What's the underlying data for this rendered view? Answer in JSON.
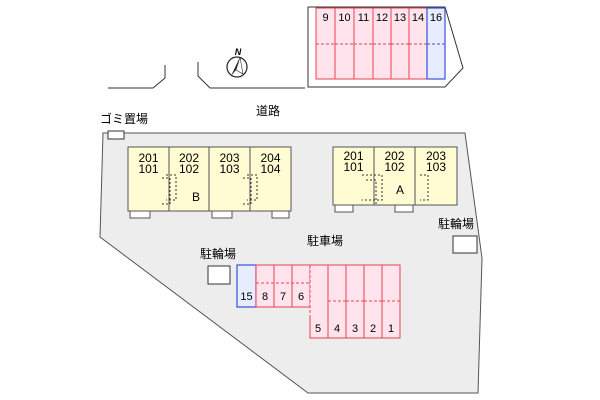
{
  "labels": {
    "road": "道路",
    "garbage": "ゴミ置場",
    "parking_lot": "駐車場",
    "bicycle_left": "駐輪場",
    "bicycle_right": "駐輪場",
    "compass": "N"
  },
  "building_b": {
    "name": "B",
    "units": [
      {
        "upper": "201",
        "lower": "101"
      },
      {
        "upper": "202",
        "lower": "102"
      },
      {
        "upper": "203",
        "lower": "103"
      },
      {
        "upper": "204",
        "lower": "104"
      }
    ]
  },
  "building_a": {
    "name": "A",
    "units": [
      {
        "upper": "201",
        "lower": "101"
      },
      {
        "upper": "202",
        "lower": "102"
      },
      {
        "upper": "203",
        "lower": "103"
      }
    ]
  },
  "top_parking": [
    "9",
    "10",
    "11",
    "12",
    "13",
    "14",
    "16"
  ],
  "bottom_parking": [
    "15",
    "8",
    "7",
    "6",
    "5",
    "4",
    "3",
    "2",
    "1"
  ],
  "colors": {
    "lot": "#ededed",
    "building": "#fffbd2",
    "parking_fill": "#ffe4ee",
    "parking_line": "#e8414f",
    "highlight_fill": "#e7ecff",
    "highlight_line": "#3a52d8"
  }
}
